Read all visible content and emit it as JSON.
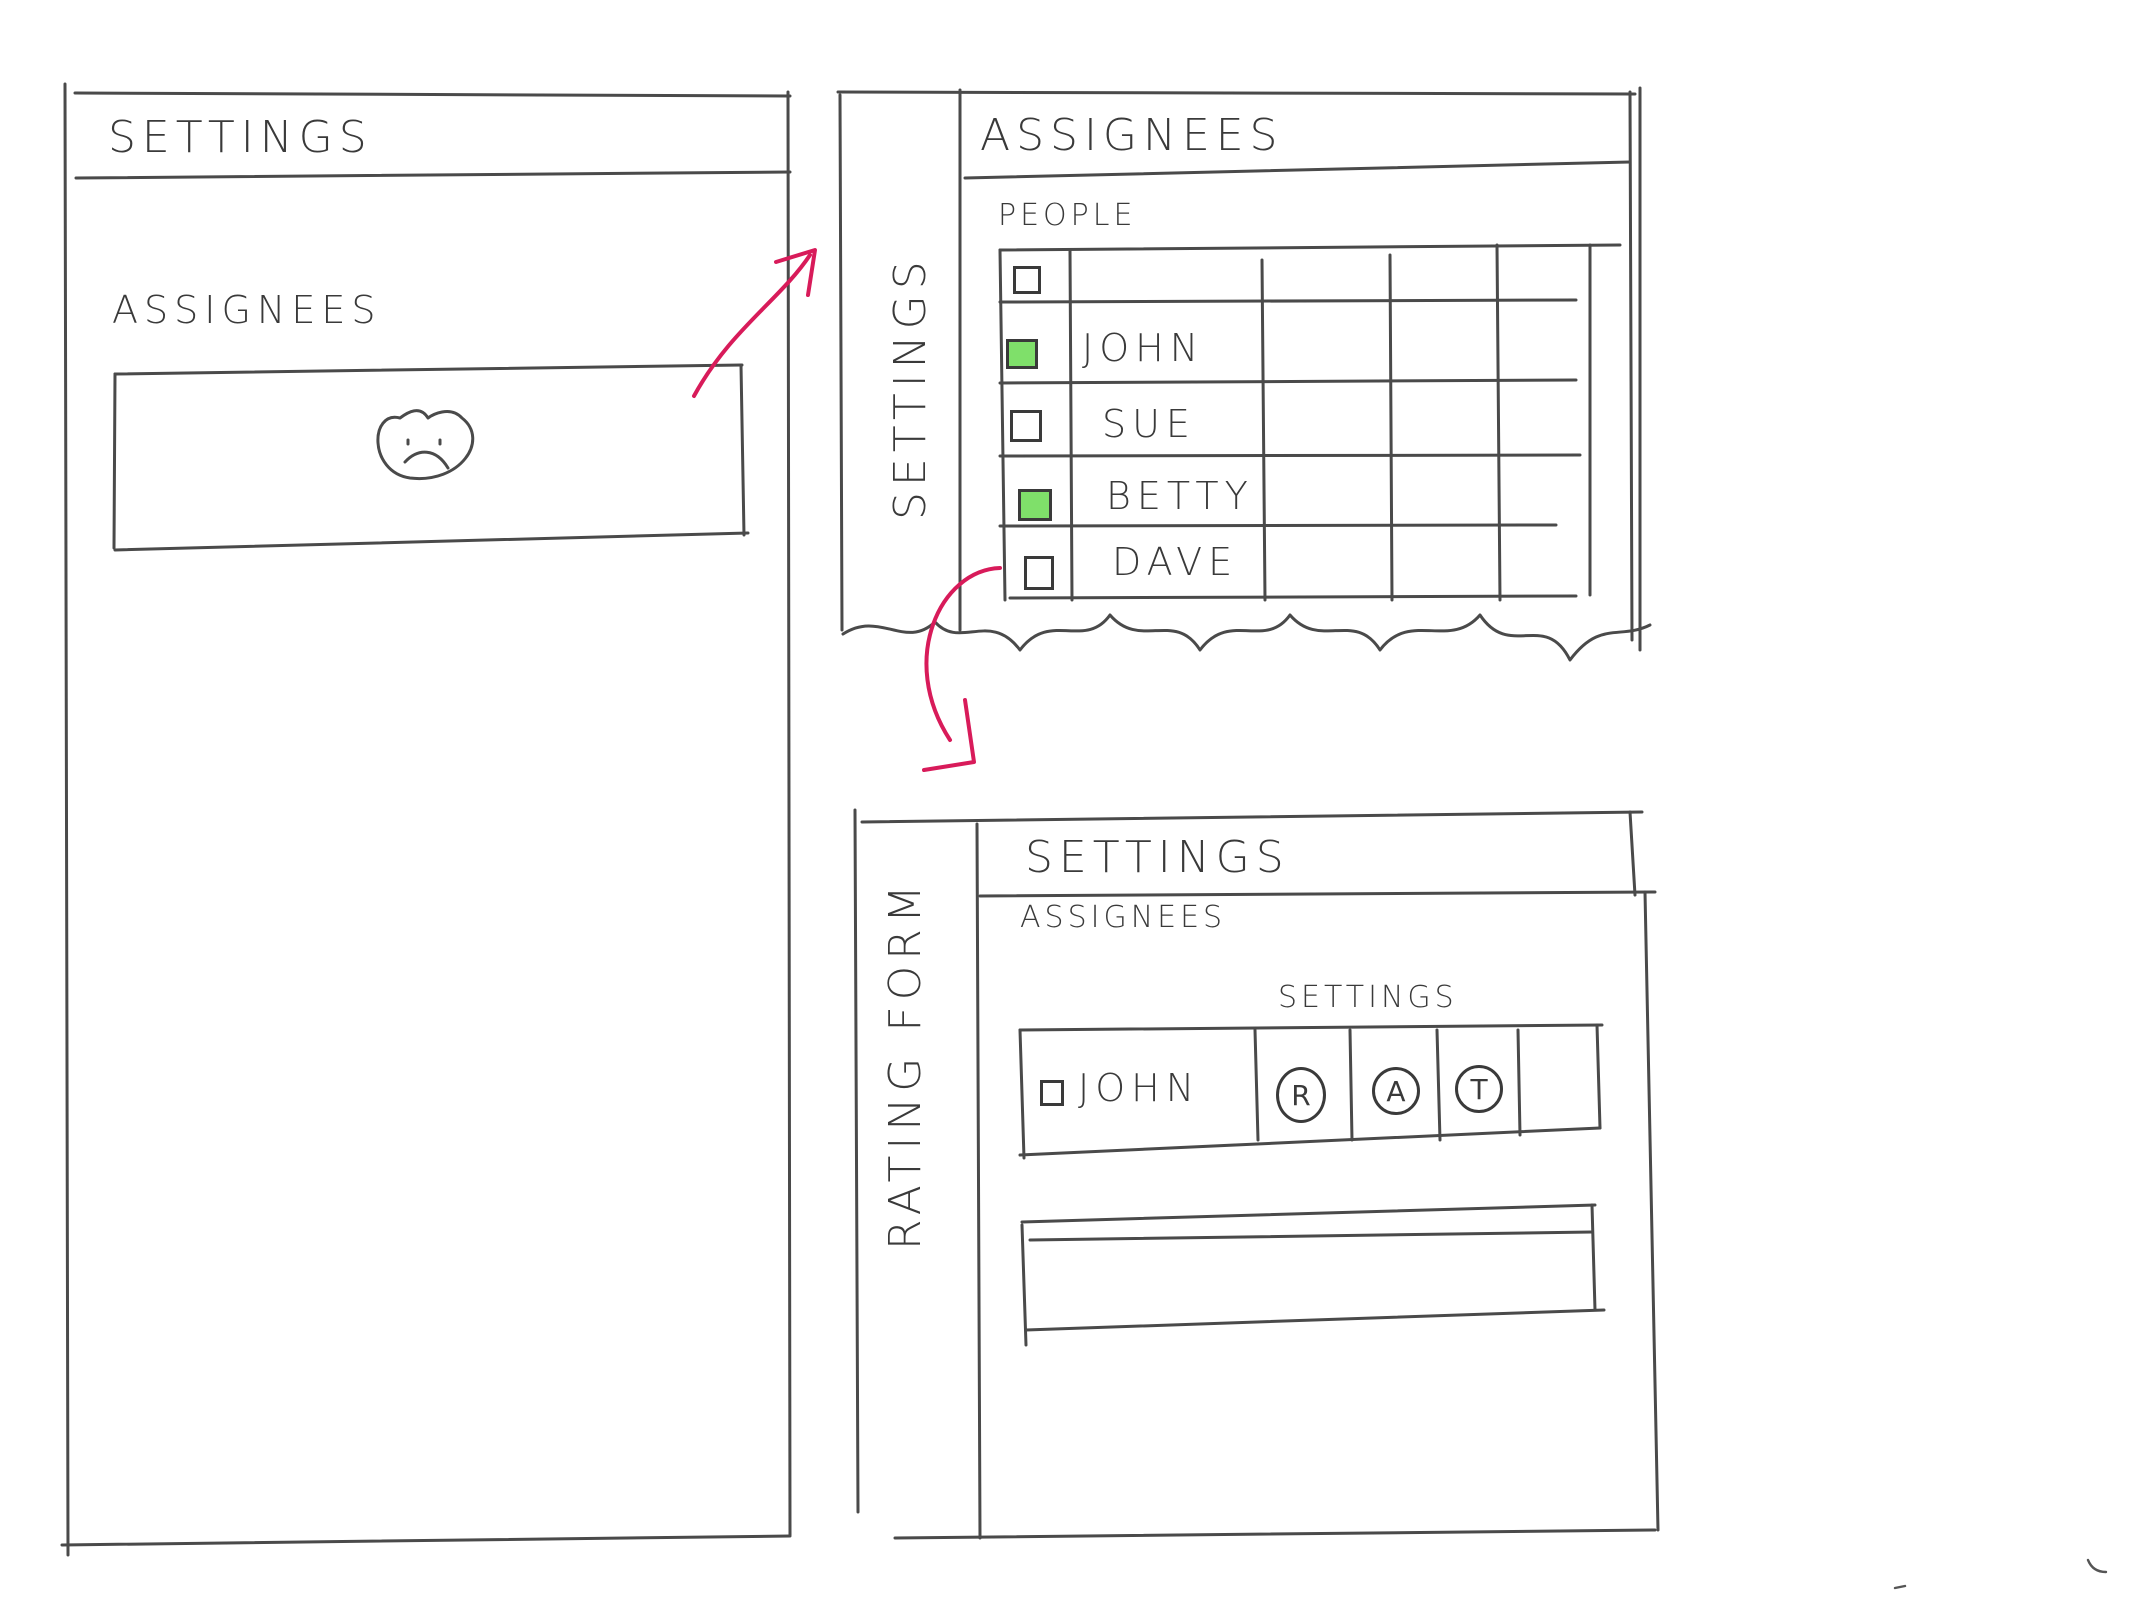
{
  "panel1": {
    "title": "SETTINGS",
    "section_label": "ASSIGNEES",
    "empty_state_icon": "sad-face-icon"
  },
  "panel2": {
    "sidebar_label": "SETTINGS",
    "title": "ASSIGNEES",
    "section_label": "PEOPLE",
    "people": [
      {
        "name": "",
        "checked": false
      },
      {
        "name": "JOHN",
        "checked": true
      },
      {
        "name": "SUE",
        "checked": false
      },
      {
        "name": "BETTY",
        "checked": true
      },
      {
        "name": "DAVE",
        "checked": false
      }
    ]
  },
  "panel3": {
    "sidebar_label": "RATING FORM",
    "title": "SETTINGS",
    "section_label": "ASSIGNEES",
    "settings_label": "SETTINGS",
    "row_name": "JOHN",
    "toggles": [
      "R",
      "A",
      "T"
    ]
  },
  "colors": {
    "checked": "#7fe06a",
    "arrow": "#d81b5a",
    "ink": "#3a3a3a"
  }
}
